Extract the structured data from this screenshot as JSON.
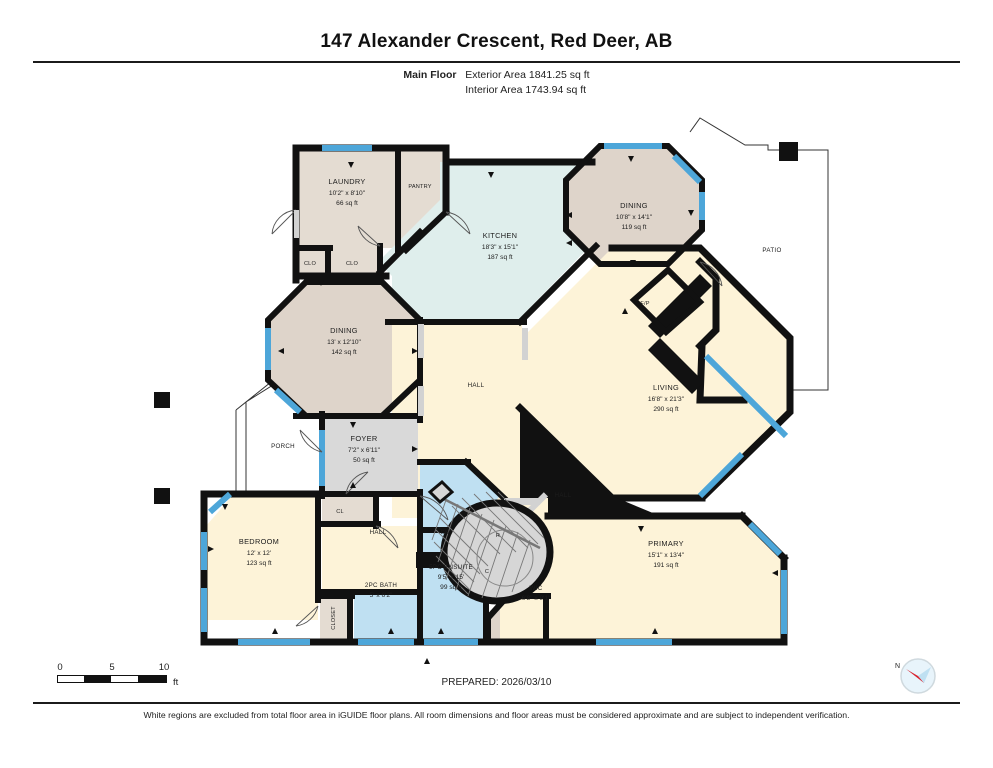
{
  "header": {
    "title": "147 Alexander Crescent, Red Deer, AB",
    "floor_label": "Main Floor",
    "exterior_area": "Exterior Area 1841.25 sq ft",
    "interior_area": "Interior Area 1743.94 sq ft"
  },
  "footer": {
    "prepared": "PREPARED: 2026/03/10",
    "disclaimer": "White regions are excluded from total floor area in iGUIDE floor plans. All room dimensions and floor areas must be considered approximate and are subject to independent verification.",
    "scale": {
      "ticks": [
        "0",
        "5",
        "10"
      ],
      "unit": "ft"
    },
    "compass_label": "N"
  },
  "colors": {
    "wall": "#111111",
    "window_accent": "#4da6d9",
    "beige": "#e4dcd2",
    "mint": "#dfeeec",
    "cream": "#fdf3d8",
    "blue": "#bfe0f2",
    "grey": "#d9d9d9",
    "white": "#ffffff"
  },
  "rooms": [
    {
      "id": "laundry",
      "name": "LAUNDRY",
      "dim": "10'2\" x 8'10\"",
      "area": "66 sq ft"
    },
    {
      "id": "pantry",
      "name": "PANTRY",
      "dim": "",
      "area": ""
    },
    {
      "id": "clo1",
      "name": "CLO",
      "dim": "",
      "area": ""
    },
    {
      "id": "clo2",
      "name": "CLO",
      "dim": "",
      "area": ""
    },
    {
      "id": "kitchen",
      "name": "KITCHEN",
      "dim": "18'3\" x 15'1\"",
      "area": "187 sq ft"
    },
    {
      "id": "dining-ne",
      "name": "DINING",
      "dim": "10'8\" x 14'1\"",
      "area": "119 sq ft"
    },
    {
      "id": "patio",
      "name": "PATIO",
      "dim": "",
      "area": ""
    },
    {
      "id": "dining-w",
      "name": "DINING",
      "dim": "13' x 12'10\"",
      "area": "142 sq ft"
    },
    {
      "id": "living",
      "name": "LIVING",
      "dim": "16'8\" x 21'3\"",
      "area": "290 sq ft"
    },
    {
      "id": "fireplace",
      "name": "F/P",
      "dim": "",
      "area": ""
    },
    {
      "id": "hall-main",
      "name": "HALL",
      "dim": "",
      "area": ""
    },
    {
      "id": "porch",
      "name": "PORCH",
      "dim": "",
      "area": ""
    },
    {
      "id": "foyer",
      "name": "FOYER",
      "dim": "7'2\" x 6'11\"",
      "area": "50 sq ft"
    },
    {
      "id": "cl",
      "name": "CL",
      "dim": "",
      "area": ""
    },
    {
      "id": "stairs",
      "name": "DN",
      "dim": "",
      "area": ""
    },
    {
      "id": "stair-r",
      "name": "R",
      "dim": "",
      "area": ""
    },
    {
      "id": "hall-low",
      "name": "HALL",
      "dim": "",
      "area": ""
    },
    {
      "id": "hall-bed",
      "name": "HALL",
      "dim": "",
      "area": ""
    },
    {
      "id": "bedroom",
      "name": "BEDROOM",
      "dim": "12' x 12'",
      "area": "123 sq ft"
    },
    {
      "id": "closet",
      "name": "CLOSET",
      "dim": "",
      "area": ""
    },
    {
      "id": "bath2pc",
      "name": "2PC BATH",
      "dim": "5' x 6'2\"",
      "area": ""
    },
    {
      "id": "ensuite",
      "name": "5PC ENSUITE",
      "dim": "9'5\" x 15'",
      "area": "99 sq ft"
    },
    {
      "id": "c-closet",
      "name": "C",
      "dim": "",
      "area": ""
    },
    {
      "id": "wic",
      "name": "WIC",
      "dim": "6'8\" x 9'1\"",
      "area": ""
    },
    {
      "id": "primary",
      "name": "PRIMARY",
      "dim": "15'1\" x 13'4\"",
      "area": "191 sq ft"
    }
  ]
}
